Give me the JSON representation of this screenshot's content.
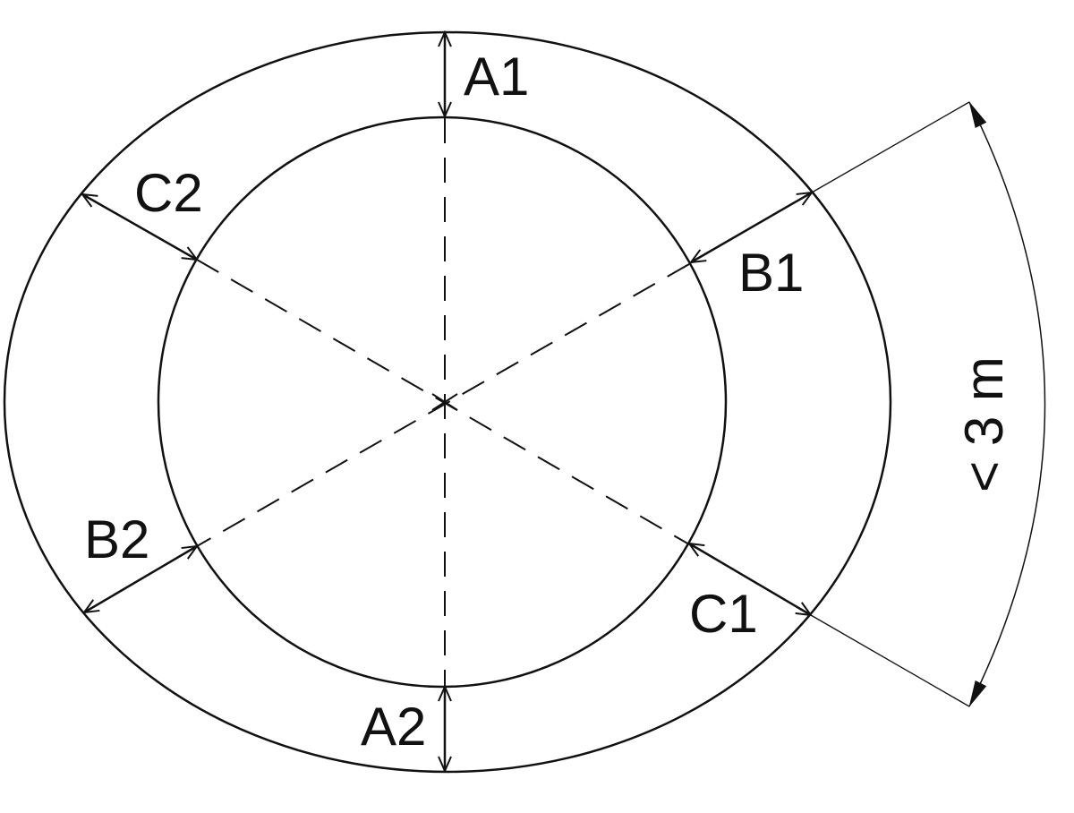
{
  "labels": {
    "a1": "A1",
    "a2": "A2",
    "b1": "B1",
    "b2": "B2",
    "c1": "C1",
    "c2": "C2",
    "angle_dimension": "< 3 m"
  },
  "colors": {
    "stroke": "#111111",
    "background": "#ffffff"
  }
}
